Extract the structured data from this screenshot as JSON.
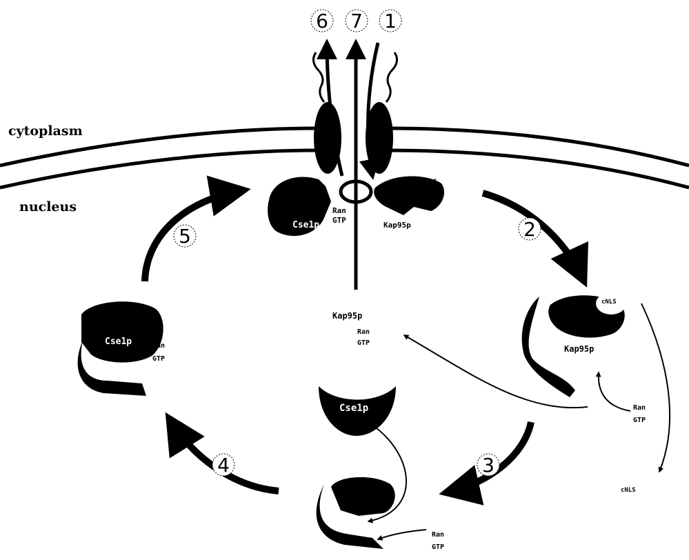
{
  "regions": {
    "cytoplasm": "cytoplasm",
    "nucleus": "nucleus"
  },
  "steps": [
    "1",
    "2",
    "3",
    "4",
    "5",
    "6",
    "7"
  ],
  "labels": {
    "cse1p": "Cse1p",
    "kap95p": "Kap95p",
    "kap95p_alt": "Kap95p",
    "cnls": "cNLS",
    "ran": "Ran",
    "gtp": "GTP"
  }
}
